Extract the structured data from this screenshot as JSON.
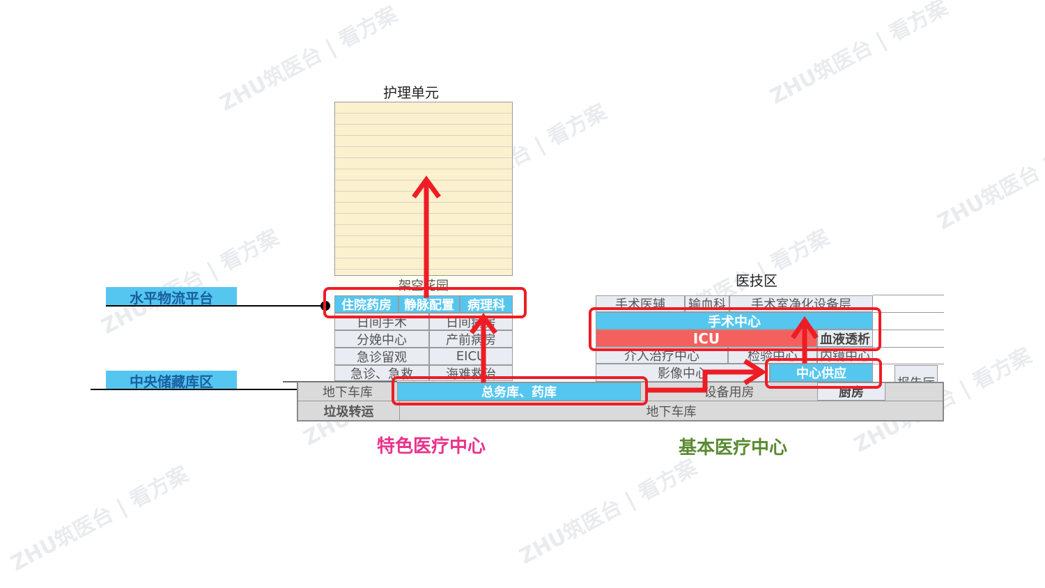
{
  "headings": {
    "nursing_unit": "护理单元",
    "medical_tech_zone": "医技区"
  },
  "tags": {
    "horizontal_logistics": "水平物流平台",
    "central_storage": "中央储藏库区"
  },
  "left_block": {
    "roof_garden": "架空花园",
    "row1": [
      "住院药房",
      "静脉配置",
      "病理科"
    ],
    "row2": [
      "日间手术",
      "日间病房"
    ],
    "row3": [
      "分娩中心",
      "产前病房"
    ],
    "row4": [
      "急诊留观",
      "EICU"
    ],
    "row5": [
      "急诊、急救",
      "海难救治"
    ]
  },
  "right_block": {
    "row1": [
      "手术医辅",
      "输血科",
      "手术室净化设备层"
    ],
    "surgery_center": "手术中心",
    "icu": "ICU",
    "dialysis": "血液透析",
    "row4": [
      "介入治疗中心",
      "检验中心",
      "内镜中心"
    ],
    "imaging": "影像中心",
    "central_supply": "中心供应",
    "report_hall": "报告厅"
  },
  "basement": {
    "garage_left": "地下车库",
    "warehouse": "总务库、药库",
    "equipment": "设备用房",
    "kitchen": "厨房",
    "garbage": "垃圾转运",
    "garage_bottom": "地下车库"
  },
  "captions": {
    "special_center": "特色医疗中心",
    "basic_center": "基本医疗中心"
  },
  "watermark": "ZHU筑医台 | 看方案",
  "colors": {
    "highlight_blue": "#55c6ef",
    "icu_red": "#f4605e",
    "frame_red": "#ee1c25",
    "caption_pink": "#e8338b",
    "caption_green": "#5a8a32",
    "tower_fill": "#fbf1cf"
  }
}
